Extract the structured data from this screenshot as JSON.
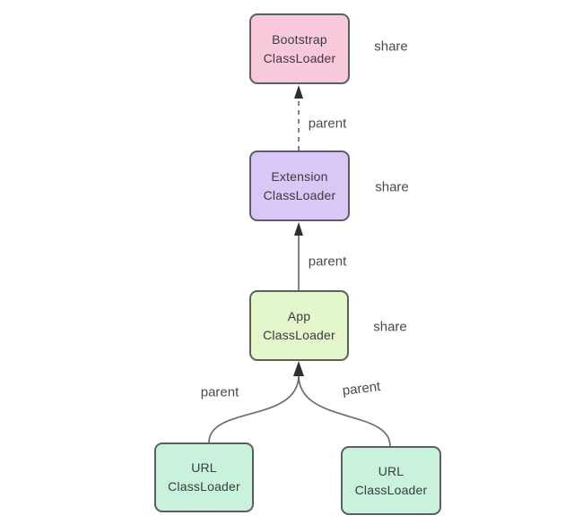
{
  "diagram_name": "java-classloader-hierarchy",
  "nodes": {
    "bootstrap": {
      "line1": "Bootstrap",
      "line2": "ClassLoader"
    },
    "extension": {
      "line1": "Extension",
      "line2": "ClassLoader"
    },
    "app": {
      "line1": "App",
      "line2": "ClassLoader"
    },
    "url_left": {
      "line1": "URL",
      "line2": "ClassLoader"
    },
    "url_right": {
      "line1": "URL",
      "line2": "ClassLoader"
    }
  },
  "edges": {
    "extension_to_bootstrap": {
      "from": "extension",
      "to": "bootstrap",
      "label": "parent",
      "style": "dashed"
    },
    "app_to_extension": {
      "from": "app",
      "to": "extension",
      "label": "parent",
      "style": "solid"
    },
    "url_left_to_app": {
      "from": "url_left",
      "to": "app",
      "label": "parent",
      "style": "curved"
    },
    "url_right_to_app": {
      "from": "url_right",
      "to": "app",
      "label": "parent",
      "style": "curved"
    }
  },
  "shares": {
    "bootstrap": "share",
    "extension": "share",
    "app": "share"
  },
  "colors": {
    "bootstrap_fill": "#f8c8db",
    "extension_fill": "#d9c7f5",
    "app_fill": "#e4f7ca",
    "url_fill": "#c9f2dc",
    "node_border": "#5d5d63",
    "node_text": "#3b3b41",
    "label_text": "#4a4a4a",
    "edge_line": "#6e6e6e",
    "arrowhead": "#2f2f2f",
    "background": "#ffffff"
  }
}
